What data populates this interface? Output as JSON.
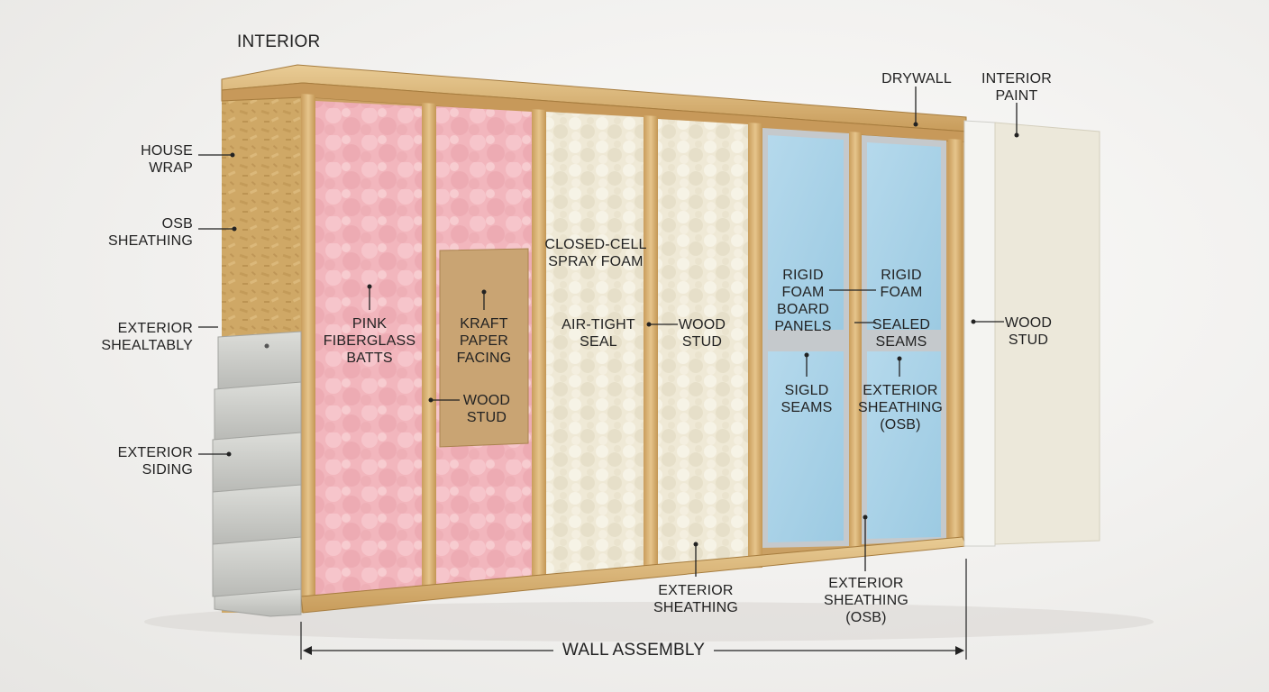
{
  "diagram": {
    "labels": {
      "interior": "INTERIOR",
      "house_wrap": "HOUSE\nWRAP",
      "osb_sheathing": "OSB\nSHEATHING",
      "exterior_shealtably": "EXTERIOR\nSHEALTABLY",
      "exterior_siding": "EXTERIOR\nSIDING",
      "pink_fiberglass": "PINK\nFIBERGLASS\nBATTS",
      "kraft_paper": "KRAFT\nPAPER\nFACING",
      "wood_stud_1": "WOOD\nSTUD",
      "closed_cell": "CLOSED-CELL\nSPRAY FOAM",
      "air_tight": "AIR-TIGHT\nSEAL",
      "wood_stud_2": "WOOD\nSTUD",
      "exterior_sheathing_1": "EXTERIOR\nSHEATHING",
      "rigid_foam_panels": "RIGID\nFOAM\nBOARD\nPANELS",
      "rigid_foam_2": "RIGID\nFOAM",
      "sealed_seams": "SEALED\nSEAMS",
      "sigld_seams": "SIGLD\nSEAMS",
      "exterior_sheathing_osb_inner": "EXTERIOR\nSHEATHING\n(OSB)",
      "exterior_sheathing_osb_bottom": "EXTERIOR\nSHEATHING\n(OSB)",
      "drywall": "DRYWALL",
      "interior_paint": "INTERIOR\nPAINT",
      "wood_stud_3": "WOOD\nSTUD",
      "wall_assembly": "WALL ASSEMBLY"
    },
    "colors": {
      "wood": "#d9b77a",
      "wood_dark": "#b48a4c",
      "osb": "#cfa866",
      "fiberglass": "#f2b6bd",
      "kraft": "#c9a473",
      "spray_foam": "#efe9d6",
      "rigid_foam": "#a9d1e6",
      "foil": "#c5c9cc",
      "drywall": "#efefea",
      "paint": "#ece8da",
      "siding": "#cfd0cc"
    }
  }
}
